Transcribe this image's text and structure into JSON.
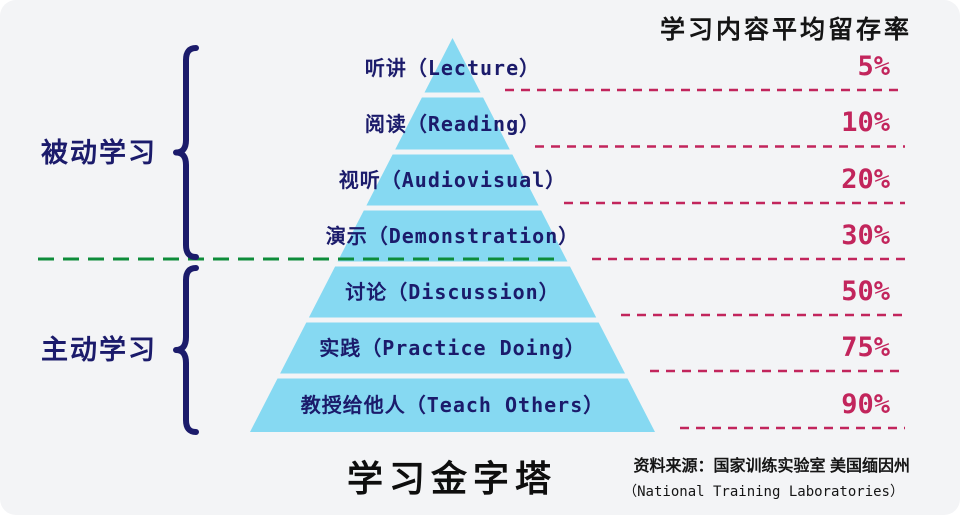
{
  "header": {
    "retention_title": "学习内容平均留存率"
  },
  "groups": [
    {
      "label": "被动学习"
    },
    {
      "label": "主动学习"
    }
  ],
  "rows": [
    {
      "label": "听讲（Lecture）",
      "percent": "5%"
    },
    {
      "label": "阅读（Reading）",
      "percent": "10%"
    },
    {
      "label": "视听（Audiovisual）",
      "percent": "20%"
    },
    {
      "label": "演示（Demonstration）",
      "percent": "30%"
    },
    {
      "label": "讨论（Discussion）",
      "percent": "50%"
    },
    {
      "label": "实践（Practice Doing）",
      "percent": "75%"
    },
    {
      "label": "教授给他人（Teach Others）",
      "percent": "90%"
    }
  ],
  "title": "学习金字塔",
  "source": {
    "line1": "资料来源：国家训练实验室 美国缅因州",
    "line2": "（National Training Laboratories）"
  },
  "colors": {
    "pyramid": "#86d9f2",
    "percent": "#c2255c",
    "navy": "#1b1b6b",
    "green": "#0e8c3a"
  }
}
